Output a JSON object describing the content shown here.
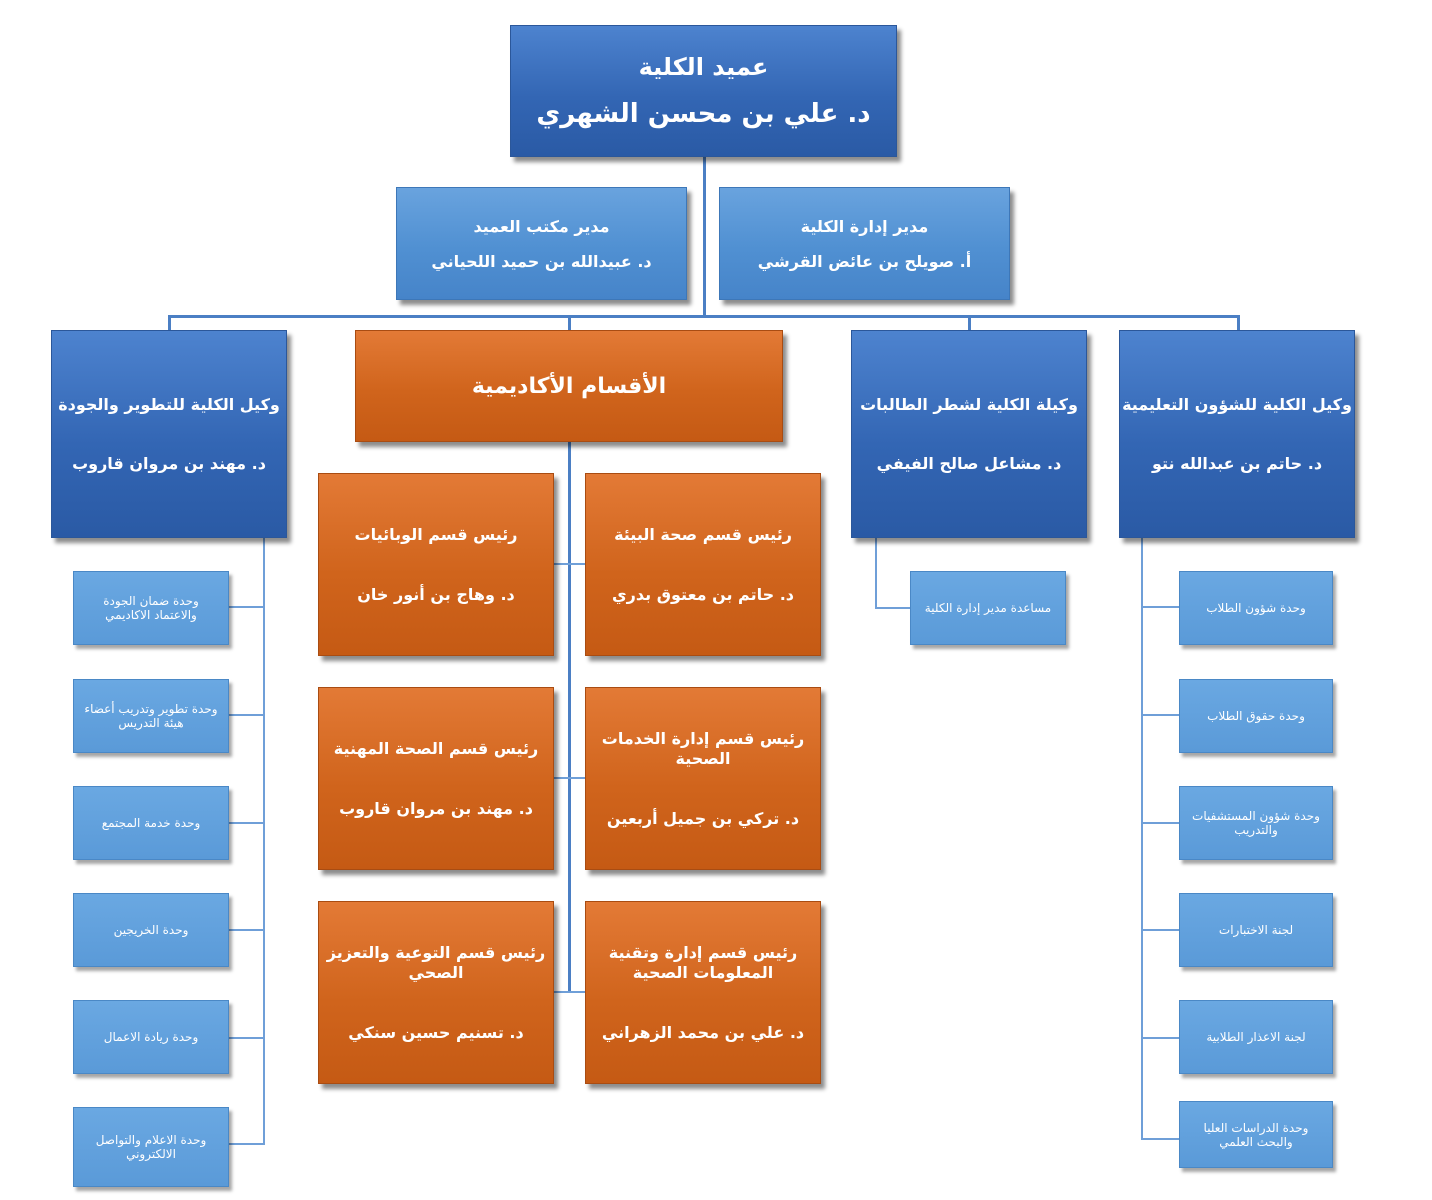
{
  "dean": {
    "title": "عميد الكلية",
    "name": "د. علي بن محسن الشهري"
  },
  "managers": [
    {
      "title": "مدير إدارة الكلية",
      "name": "أ. صويلح بن عائض القرشي"
    },
    {
      "title": "مدير مكتب العميد",
      "name": "د. عبيدالله بن حميد اللحياني"
    }
  ],
  "vices": [
    {
      "title": "وكيل الكلية للشؤون التعليمية",
      "name": "د. حاتم بن عبدالله نتو"
    },
    {
      "title": "وكيلة الكلية لشطر الطالبات",
      "name": "د. مشاعل صالح الفيفي"
    },
    {
      "title": "وكيل الكلية للتطوير والجودة",
      "name": "د. مهند بن مروان قاروب"
    }
  ],
  "academic_departments": {
    "title": "الأقسام الأكاديمية",
    "departments": [
      {
        "title": "رئيس قسم صحة البيئة",
        "name": "د. حاتم بن معتوق بدري"
      },
      {
        "title": "رئيس قسم الوبائيات",
        "name": "د. وهاج بن أنور خان"
      },
      {
        "title": "رئيس قسم إدارة الخدمات الصحية",
        "name": "د. تركي بن جميل أربعين"
      },
      {
        "title": "رئيس قسم الصحة المهنية",
        "name": "د. مهند بن مروان قاروب"
      },
      {
        "title": "رئيس قسم إدارة وتقنية المعلومات الصحية",
        "name": "د. علي بن محمد الزهراني"
      },
      {
        "title": "رئيس قسم التوعية والتعزيز الصحي",
        "name": "د. تسنيم حسين سنكي"
      }
    ]
  },
  "education_units": [
    "وحدة شؤون الطلاب",
    "وحدة حقوق الطلاب",
    "وحدة شؤون المستشفيات والتدريب",
    "لجنة الاختبارات",
    "لجنة الاعذار الطلابية",
    "وحدة الدراسات العليا والبحث العلمي"
  ],
  "female_units": [
    "مساعدة مدير إدارة الكلية"
  ],
  "development_units": [
    "وحدة ضمان الجودة والاعتماد الاكاديمي",
    "وحدة تطوير وتدريب أعضاء هيئة التدريس",
    "وحدة خدمة المجتمع",
    "وحدة الخريجين",
    "وحدة ريادة الاعمال",
    "وحدة الاعلام والتواصل الالكتروني"
  ],
  "colors": {
    "dark_blue": "#3366b4",
    "mid_blue": "#5090d2",
    "orange": "#d0641c",
    "unit_blue": "#5a9ad8",
    "connector": "#4b7fc4"
  }
}
